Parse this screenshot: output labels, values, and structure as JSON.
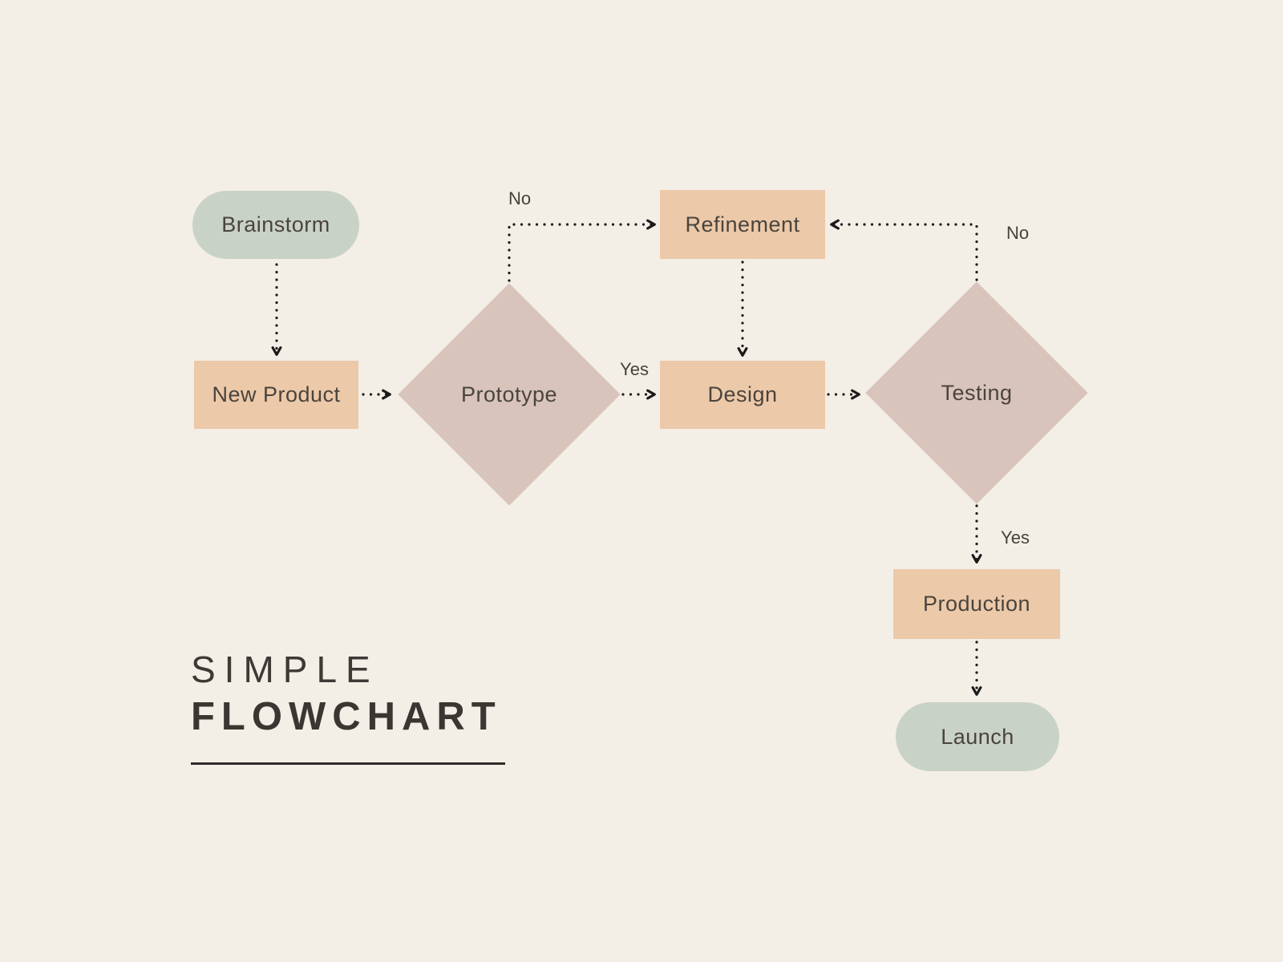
{
  "title": {
    "line1": "SIMPLE",
    "line2": "FLOWCHART"
  },
  "nodes": [
    {
      "id": "brainstorm",
      "label": "Brainstorm",
      "type": "terminal"
    },
    {
      "id": "new-product",
      "label": "New Product",
      "type": "process"
    },
    {
      "id": "prototype",
      "label": "Prototype",
      "type": "decision"
    },
    {
      "id": "refinement",
      "label": "Refinement",
      "type": "process"
    },
    {
      "id": "design",
      "label": "Design",
      "type": "process"
    },
    {
      "id": "testing",
      "label": "Testing",
      "type": "decision"
    },
    {
      "id": "production",
      "label": "Production",
      "type": "process"
    },
    {
      "id": "launch",
      "label": "Launch",
      "type": "terminal"
    }
  ],
  "edges": [
    {
      "from": "brainstorm",
      "to": "new-product",
      "label": ""
    },
    {
      "from": "new-product",
      "to": "prototype",
      "label": ""
    },
    {
      "from": "prototype",
      "to": "refinement",
      "label": "No"
    },
    {
      "from": "prototype",
      "to": "design",
      "label": "Yes"
    },
    {
      "from": "refinement",
      "to": "design",
      "label": ""
    },
    {
      "from": "design",
      "to": "testing",
      "label": ""
    },
    {
      "from": "testing",
      "to": "refinement",
      "label": "No"
    },
    {
      "from": "testing",
      "to": "production",
      "label": "Yes"
    },
    {
      "from": "production",
      "to": "launch",
      "label": ""
    }
  ],
  "colors": {
    "background": "#f3eee6",
    "terminal_fill": "#c9d2c7",
    "process_fill": "#ecc9a9",
    "decision_fill": "#d8c4bb",
    "connector": "#1a1a1a",
    "node_text": "#4a443d",
    "title_text": "#3a3632"
  }
}
